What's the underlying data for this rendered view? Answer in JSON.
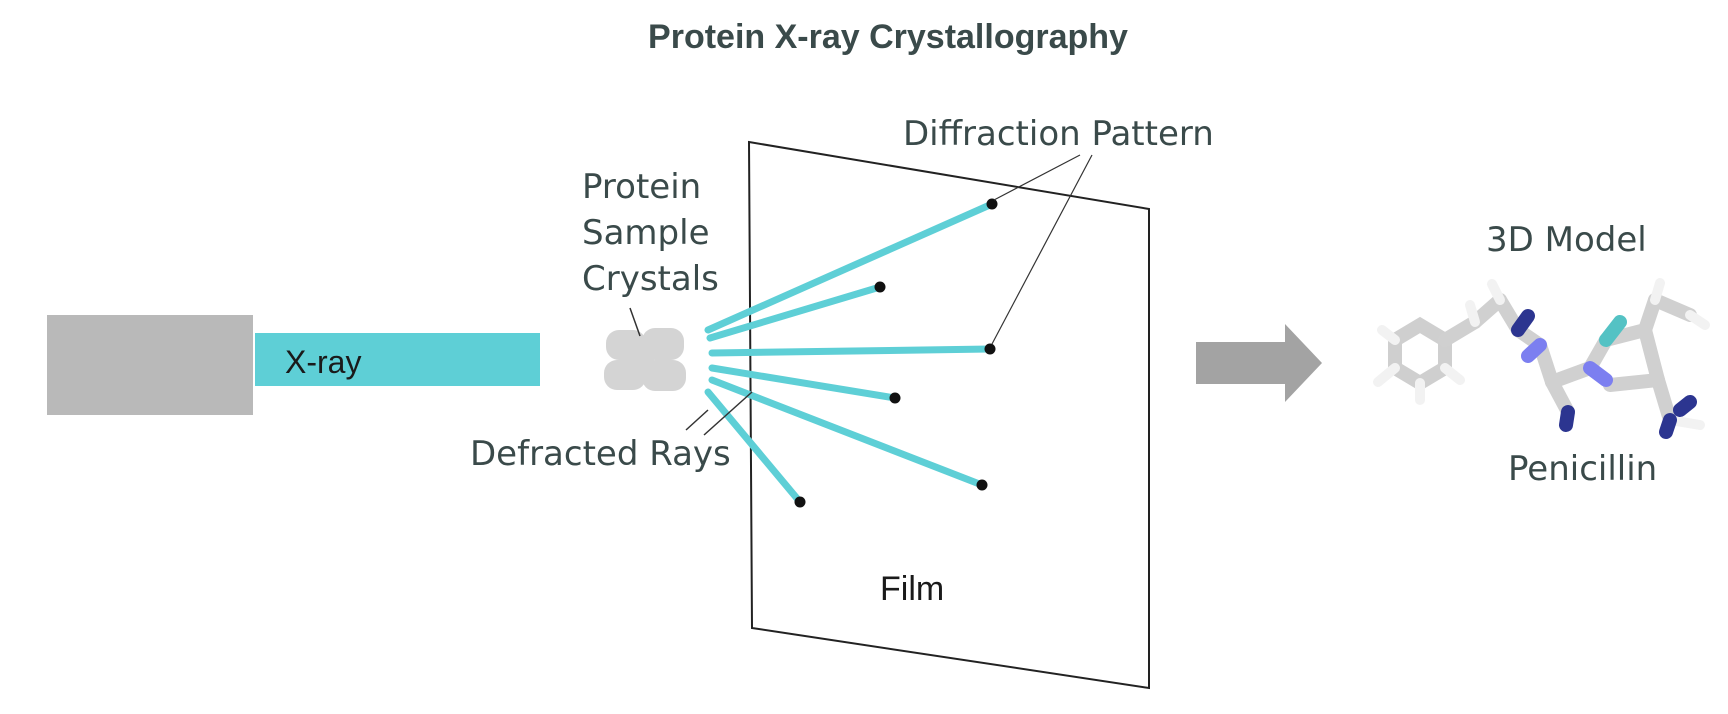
{
  "title": "Protein X-ray Crystallography",
  "labels": {
    "xray": "X-ray",
    "protein_line1": "Protein",
    "protein_line2": "Sample",
    "protein_line3": "Crystals",
    "defracted": "Defracted Rays",
    "diffraction": "Diffraction Pattern",
    "film": "Film",
    "model": "3D Model",
    "molecule": "Penicillin"
  },
  "colors": {
    "ray": "#5ecfd6",
    "source": "#b9b9b9",
    "crystal": "#d4d4d4",
    "arrow": "#a3a3a3",
    "text": "#3a4a4a",
    "atom_c": "#d0d0d0",
    "atom_n_light": "#7c7ff0",
    "atom_n_dark": "#2c3590",
    "atom_s": "#54c2c4",
    "atom_h": "#f2f2f2"
  },
  "icons": {
    "source": "xray-source-box",
    "crystal": "crystal-cluster",
    "arrow": "right-arrow",
    "molecule": "molecule-model"
  }
}
